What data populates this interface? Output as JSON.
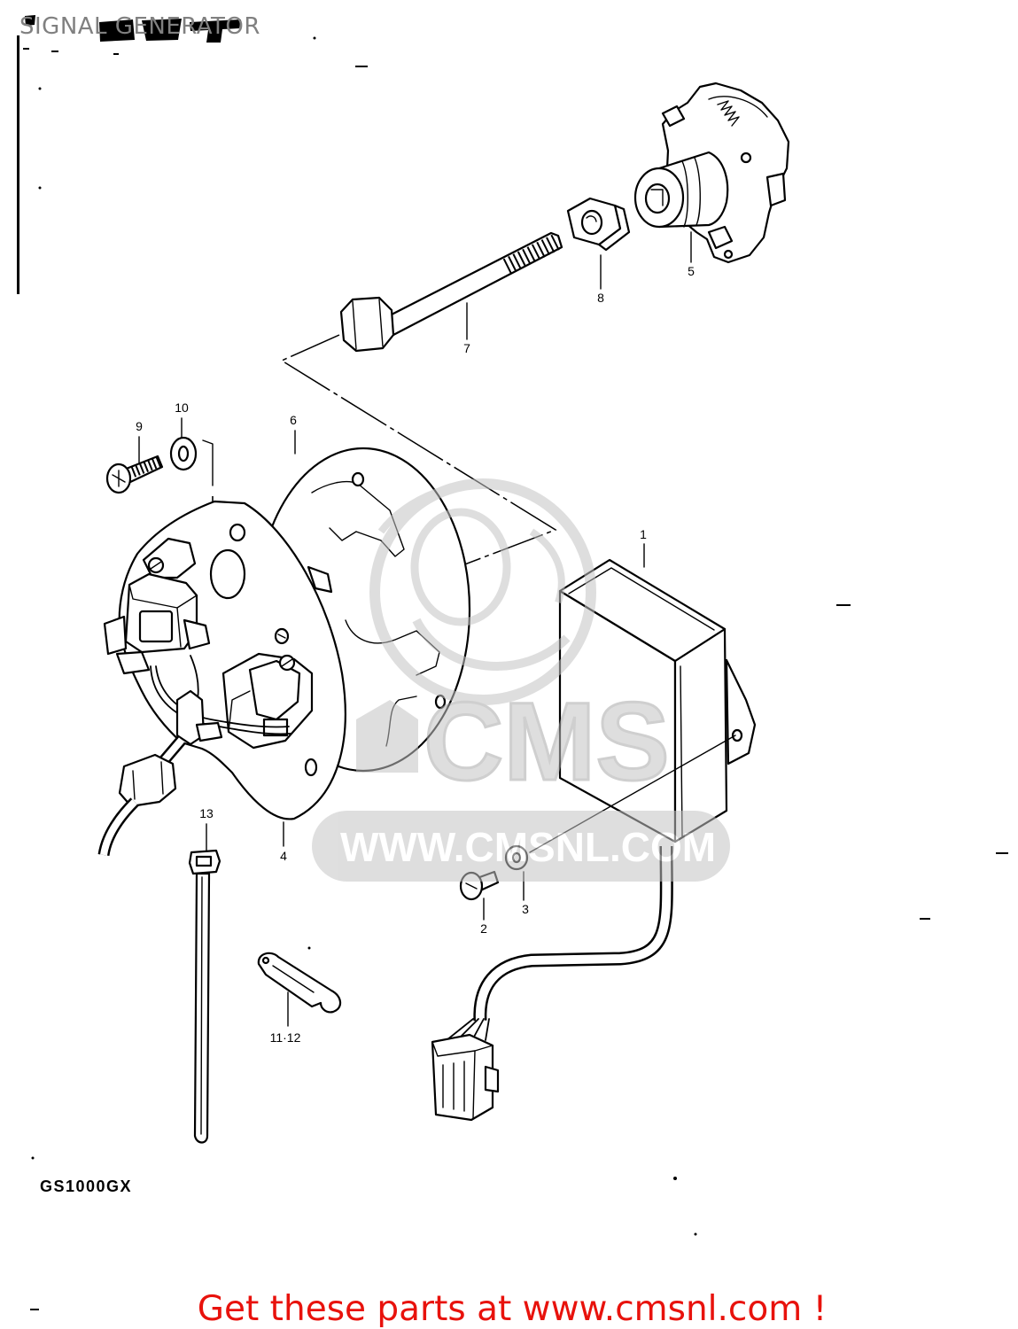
{
  "title": "SIGNAL GENERATOR",
  "model": "GS1000GX",
  "cta": "Get these parts at www.cmsnl.com !",
  "watermark": {
    "logo": "CMS",
    "url": "WWW.CMSNL.COM"
  },
  "part_refs": [
    "1",
    "2",
    "3",
    "4",
    "5",
    "6",
    "7",
    "8",
    "9",
    "10",
    "11·12",
    "13"
  ],
  "colors": {
    "line": "#000000",
    "title": "#808080",
    "cta": "#e8120c",
    "watermark": "#c4c4c4",
    "background": "#ffffff"
  }
}
